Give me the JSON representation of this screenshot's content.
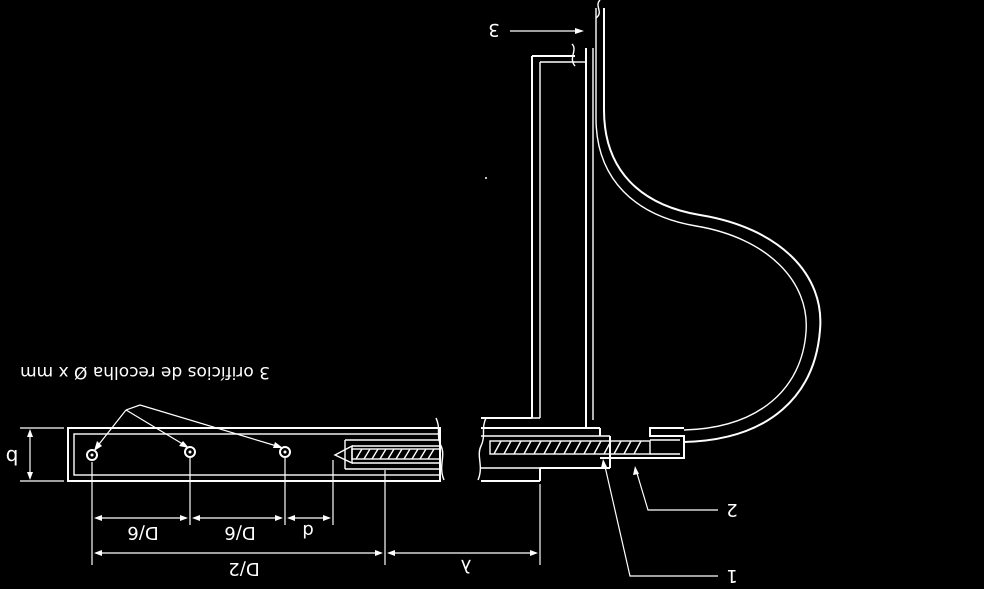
{
  "diagram": {
    "orientation": "rotated-180",
    "labels": {
      "holes_note": "3 orifícios de recolha Ø x mm",
      "b": "b",
      "d6_a": "D/6",
      "d6_b": "D/6",
      "d": "d",
      "d2": "D/2",
      "lambda": "λ",
      "part1": "1",
      "part2": "2",
      "part3": "3"
    },
    "colors": {
      "background": "#000000",
      "ink": "#ffffff"
    }
  }
}
